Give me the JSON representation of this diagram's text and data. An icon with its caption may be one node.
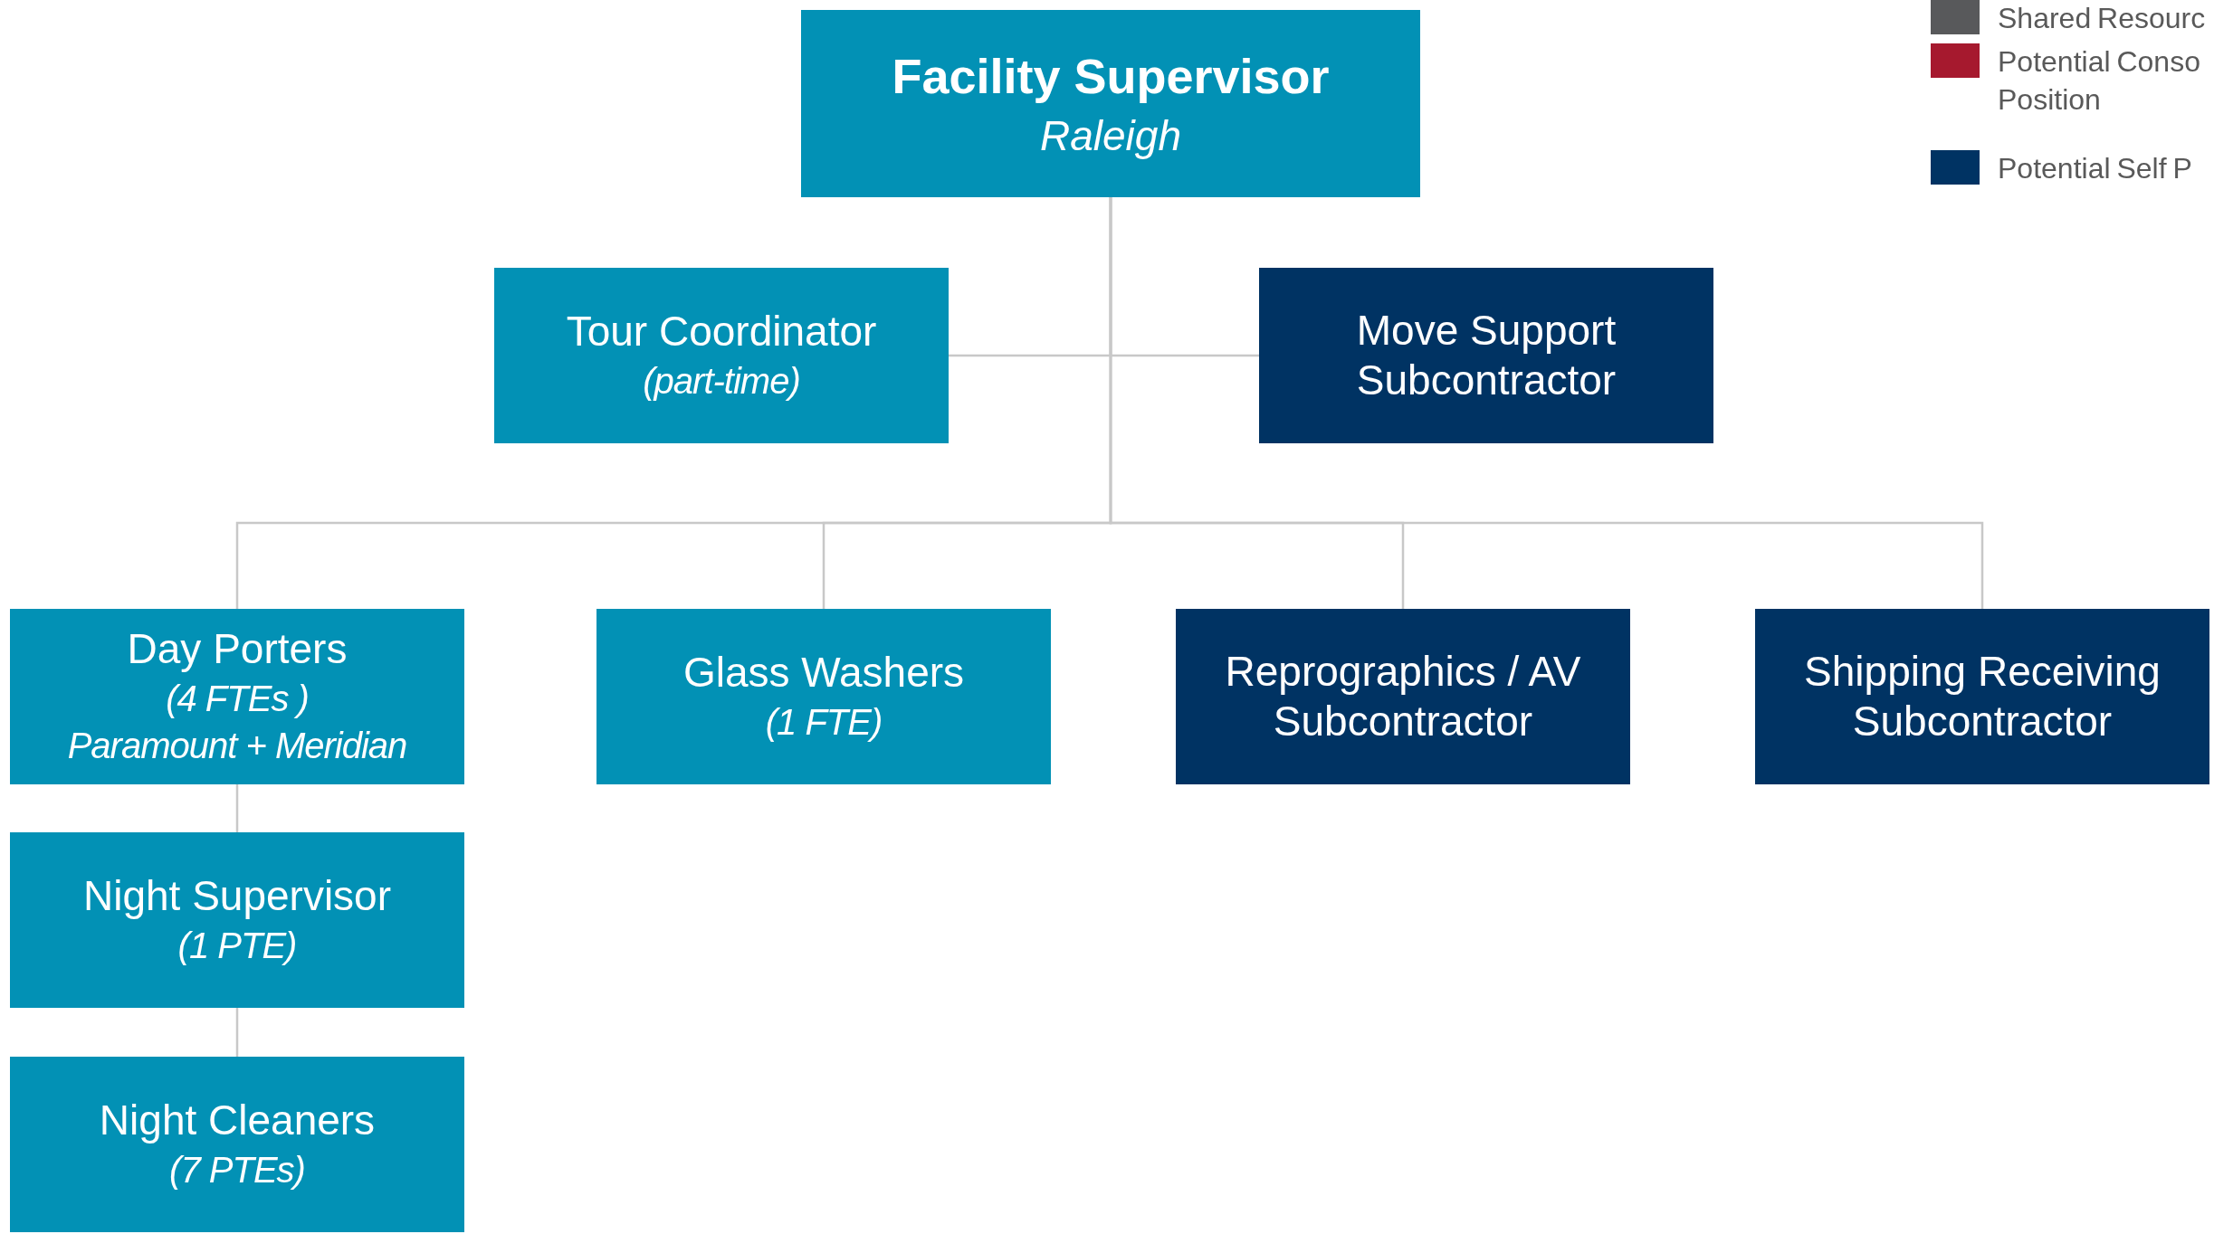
{
  "diagram": {
    "nodes": [
      {
        "text": [
          "Facility Supervisor",
          "Raleigh"
        ]
      },
      {
        "text": [
          "Tour Coordinator",
          "(part-time)"
        ]
      },
      {
        "text": [
          "Move Support Subcontractor"
        ]
      },
      {
        "text": [
          "Day Porters",
          "(4 FTEs )",
          "Paramount + Meridian"
        ]
      },
      {
        "text": [
          "Glass Washers",
          "(1 FTE)"
        ]
      },
      {
        "text": [
          "Reprographics / AV Subcontractor"
        ]
      },
      {
        "text": [
          "Shipping Receiving Subcontractor"
        ]
      },
      {
        "text": [
          "Night Supervisor",
          "(1 PTE)"
        ]
      },
      {
        "text": [
          "Night Cleaners",
          "(7 PTEs)"
        ]
      }
    ],
    "edges": [
      {
        "from": 0,
        "to": 1,
        "arrow": "none"
      },
      {
        "from": 0,
        "to": 2,
        "arrow": "none"
      },
      {
        "from": 0,
        "to": 3,
        "arrow": "none"
      },
      {
        "from": 0,
        "to": 4,
        "arrow": "none"
      },
      {
        "from": 0,
        "to": 5,
        "arrow": "none"
      },
      {
        "from": 0,
        "to": 6,
        "arrow": "none"
      },
      {
        "from": 3,
        "to": 7,
        "arrow": "none"
      },
      {
        "from": 7,
        "to": 8,
        "arrow": "none"
      }
    ],
    "legend": [
      {
        "text": "Shared Resourc",
        "color": "#58595b"
      },
      {
        "text": "Potential Conso Position",
        "color": "#a6192e"
      },
      {
        "text": "Potential Self P",
        "color": "#003363"
      }
    ]
  }
}
